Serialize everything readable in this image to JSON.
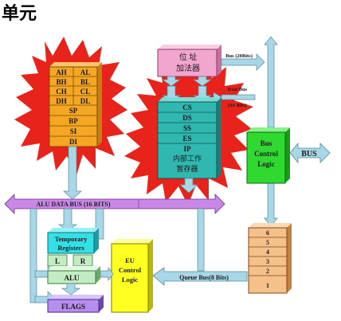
{
  "title": "单元",
  "gp_registers": [
    {
      "left": "AH",
      "right": "AL"
    },
    {
      "left": "BH",
      "right": "BL"
    },
    {
      "left": "CH",
      "right": "CL"
    },
    {
      "left": "DH",
      "right": "DL"
    }
  ],
  "pointer_registers": [
    "SP",
    "BP",
    "SI",
    "DI"
  ],
  "address_adder": {
    "line1": "位    址",
    "line2": "加法器"
  },
  "segment_registers": [
    "CS",
    "DS",
    "SS",
    "ES",
    "IP"
  ],
  "internal_temp": {
    "line1": "内部工作",
    "line2": "暂存器"
  },
  "bus_20bits": "Bus (20Bits)",
  "data_bus_16": {
    "line1": "Dtat Bus",
    "line2": "(16 Bits)"
  },
  "bus_control_logic": {
    "line1": "Bus",
    "line2": "Control",
    "line3": "Logic"
  },
  "bus_label": "BUS",
  "alu_data_bus": "ALU DATA BUS (16 BITS)",
  "temp_registers": {
    "line1": "Temporary",
    "line2": "Registers"
  },
  "alu_inputs": {
    "left": "L",
    "right": "R"
  },
  "alu": "ALU",
  "flags": "FLAGS",
  "eu_control_logic": {
    "line1": "EU",
    "line2": "Control",
    "line3": "Logic"
  },
  "queue_bus": "Queue  Bus(8 Bits)",
  "queue_slots": [
    "6",
    "5",
    "4",
    "3",
    "2",
    "1"
  ],
  "colors": {
    "burst": "#e8231c",
    "gp_register": "#f5a623",
    "address_adder": "#f2a6cf",
    "segment": "#2fb7b0",
    "bus_control": "#2fd92f",
    "alu_bus": "#c987e8",
    "temp_registers": "#33e0e8",
    "alu": "#c2ecc2",
    "flags": "#b78ef0",
    "eu_control": "#ffff22",
    "queue": "#f5c08a",
    "arrow": "#a8d8e8"
  }
}
